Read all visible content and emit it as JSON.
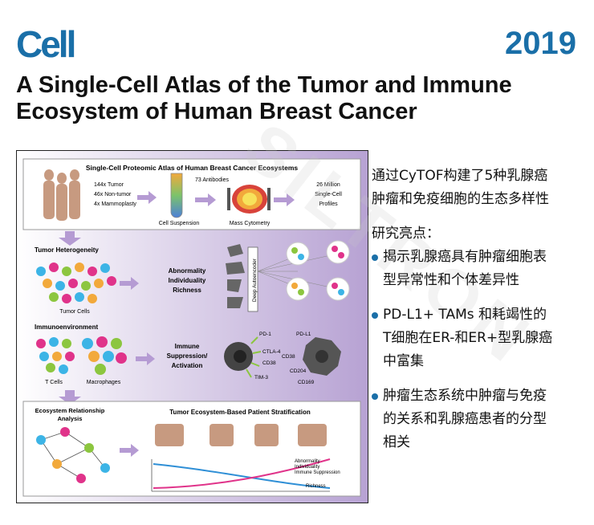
{
  "header": {
    "journal": "Cell",
    "year": "2019"
  },
  "title_lines": [
    "A Single-Cell Atlas of the Tumor and Immune",
    "Ecosystem of Human Breast Cancer"
  ],
  "abstract": {
    "top_title": "Single-Cell Proteomic Atlas of Human Breast Cancer Ecosystems",
    "cohort": [
      "144x Tumor",
      "46x Non-tumor",
      "4x Mammoplasty"
    ],
    "antibodies": "73 Antibodies",
    "cell_suspension": "Cell Suspension",
    "mass_cytometry": "Mass Cytometry",
    "profiles": [
      "26 Million",
      "Single-Cell",
      "Profiles"
    ],
    "tumor_heterogeneity": "Tumor Heterogeneity",
    "tumor_cells": "Tumor Cells",
    "tumor_features": [
      "Abnormality",
      "Individuality",
      "Richness"
    ],
    "deep_autoencoder": "Deep Autoencoder",
    "immunoenvironment": "Immunoenvironment",
    "t_cells": "T Cells",
    "macrophages": "Macrophages",
    "immune_features": [
      "Immune",
      "Suppression/",
      "Activation"
    ],
    "t_markers": [
      "PD-1",
      "CTLA-4",
      "CD38",
      "TIM-3"
    ],
    "macro_markers": [
      "PD-L1",
      "CD38",
      "CD204",
      "CD169"
    ],
    "ecosystem": [
      "Ecosystem Relationship",
      "Analysis"
    ],
    "stratification": "Tumor Ecosystem-Based Patient Stratification",
    "curve_labels": [
      "Abnormality",
      "Individuality",
      "Immune Suppression",
      "Richness"
    ],
    "colors": {
      "purple": "#a78cc4",
      "pink": "#e0338a",
      "blue": "#2f8fd6",
      "arrow": "#b59bd3"
    }
  },
  "side": {
    "intro": [
      "通过CyTOF构建了5种乳腺癌",
      "肿瘤和免疫细胞的生态多样性"
    ],
    "heading": "研究亮点：",
    "bullets": [
      [
        "揭示乳腺癌具有肿瘤细胞表",
        "型异常性和个体差异性"
      ],
      [
        "PD-L1+ TAMs 和耗竭性的",
        "T细胞在ER-和ER+型乳腺癌",
        "中富集"
      ],
      [
        "肿瘤生态系统中肿瘤与免疫",
        "的关系和乳腺癌患者的分型",
        "相关"
      ]
    ]
  },
  "watermark": "SILTRON"
}
